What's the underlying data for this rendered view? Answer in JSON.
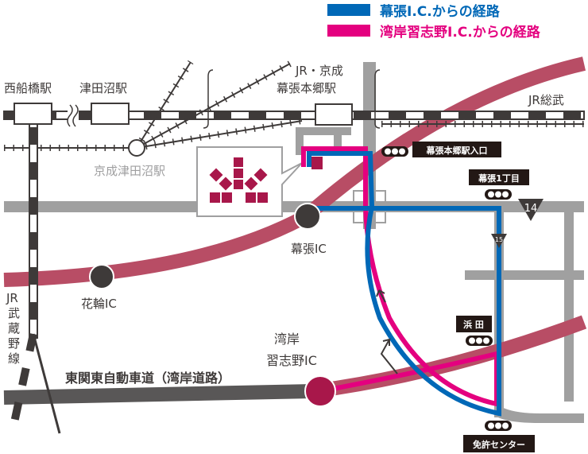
{
  "legend": {
    "blue_route": "幕張I.C.からの経路",
    "pink_route": "湾岸習志野I.C.からの経路",
    "blue_color": "#0068b7",
    "pink_color": "#e4007f"
  },
  "stations": {
    "nishifunabashi": "西船橋駅",
    "tsudanuma": "津田沼駅",
    "jr_keisei": "JR・京成",
    "makuhari_hongo": "幕張本郷駅",
    "keisei_tsudanuma": "京成津田沼駅"
  },
  "lines": {
    "jr_sobu": "JR総武",
    "jr_musashino": [
      "JR",
      "武",
      "蔵",
      "野",
      "線"
    ],
    "expressway": "東関東自動車道（湾岸道路）"
  },
  "interchanges": {
    "hanawa": "花輪IC",
    "makuhari": "幕張IC",
    "wangan_1": "湾岸",
    "wangan_2": "習志野IC"
  },
  "signals": {
    "makuhari_hongo_entrance": "幕張本郷駅入口",
    "makuhari_1chome": "幕張1丁目",
    "hamada": "浜 田",
    "license_center": "免許センター"
  },
  "routes_numbers": {
    "r14": "14",
    "r15": "15"
  }
}
